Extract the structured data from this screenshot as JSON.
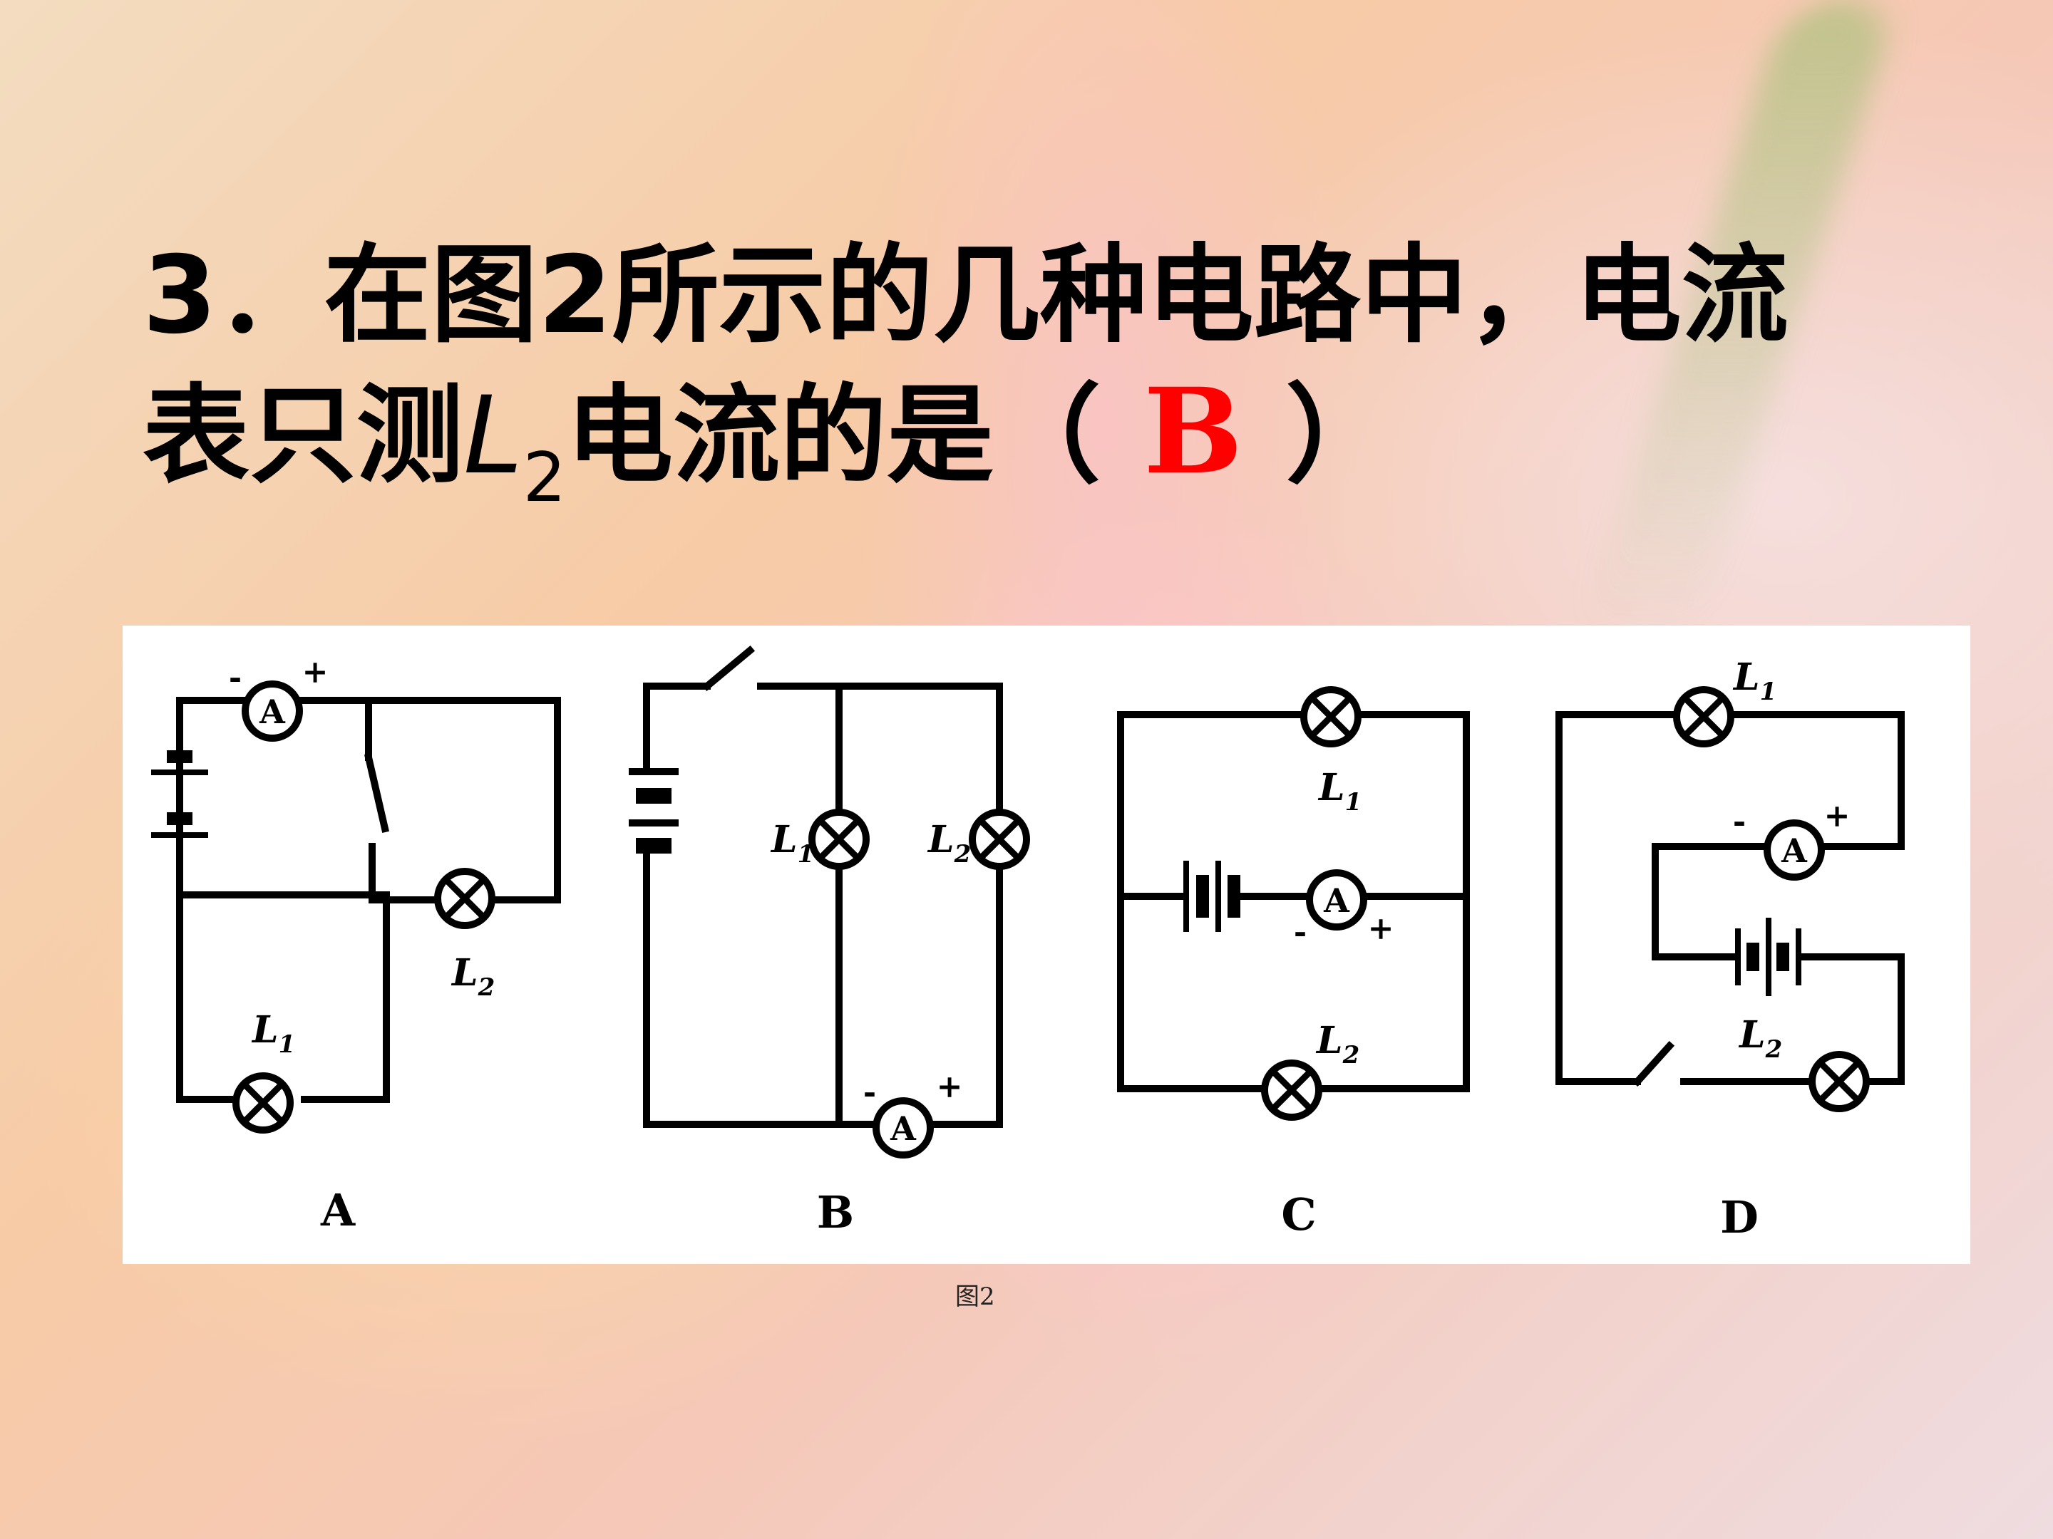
{
  "question": {
    "number": "3．",
    "text_line1": "在图2所示的几种电路中，电流",
    "text_line2_prefix": "表只测",
    "symbol": "L",
    "symbol_sub": "2",
    "text_line2_suffix": "电流的是（",
    "answer": "B",
    "close_paren": "）"
  },
  "figure": {
    "caption": "图2",
    "ammeter_letter": "A",
    "minus_sign": "-",
    "plus_sign": "+",
    "lamp1_symbol": "L",
    "lamp1_sub": "1",
    "lamp2_symbol": "L",
    "lamp2_sub": "2",
    "circuits": [
      {
        "label": "A"
      },
      {
        "label": "B"
      },
      {
        "label": "C"
      },
      {
        "label": "D"
      }
    ]
  }
}
